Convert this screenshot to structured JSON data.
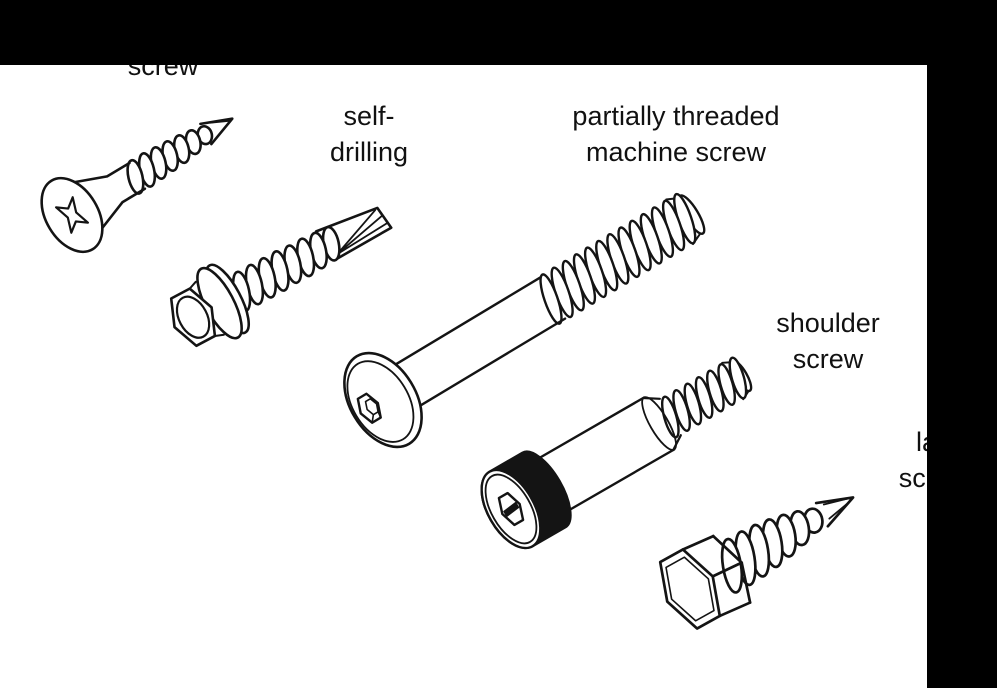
{
  "page": {
    "background": "#ffffff",
    "bar_color": "#000000",
    "ink_color": "#141414",
    "text_color": "#111111"
  },
  "labels": {
    "wood": {
      "line1": "screw"
    },
    "self_drilling": {
      "line1": "self-",
      "line2": "drilling"
    },
    "machine": {
      "line1": "partially threaded",
      "line2": "machine screw"
    },
    "shoulder": {
      "line1": "shoulder",
      "line2": "screw"
    },
    "lag": {
      "line1": "lag",
      "line2": "screw"
    }
  },
  "illustrations": [
    {
      "name": "wood-screw-illustration"
    },
    {
      "name": "self-drilling-screw-illustration"
    },
    {
      "name": "partially-threaded-machine-screw-illustration"
    },
    {
      "name": "shoulder-screw-illustration"
    },
    {
      "name": "lag-screw-illustration"
    }
  ]
}
